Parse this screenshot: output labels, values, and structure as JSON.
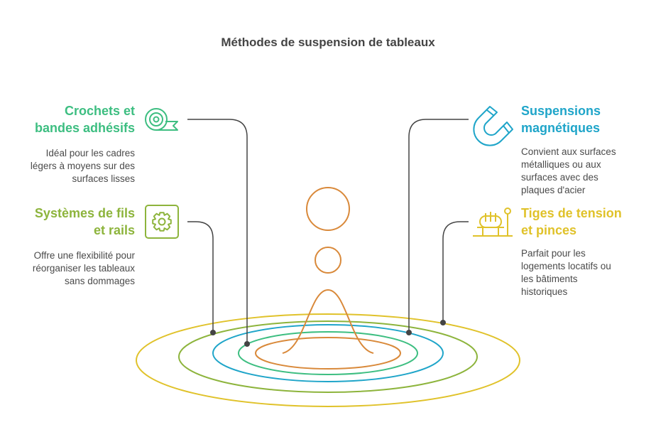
{
  "title": "Méthodes de suspension de tableaux",
  "colors": {
    "green": "#3DBE81",
    "lime": "#8DB43C",
    "blue": "#1FA5C9",
    "yellow": "#E0C22A",
    "orange": "#D9893A",
    "connector": "#444444"
  },
  "items": [
    {
      "heading": "Crochets et bandes adhésifs",
      "heading_lines": [
        "Crochets et",
        "bandes adhésifs"
      ],
      "description_lines": [
        "Idéal pour les cadres",
        "légers à moyens sur des",
        "surfaces lisses"
      ],
      "icon": "tape-roll-icon",
      "color": "#3DBE81"
    },
    {
      "heading": "Systèmes de fils et rails",
      "heading_lines": [
        "Systèmes de fils",
        "et rails"
      ],
      "description_lines": [
        "Offre une flexibilité pour",
        "réorganiser les tableaux",
        "sans dommages"
      ],
      "icon": "gear-icon",
      "color": "#8DB43C"
    },
    {
      "heading": "Suspensions magnétiques",
      "heading_lines": [
        "Suspensions",
        "magnétiques"
      ],
      "description_lines": [
        "Convient aux surfaces",
        "métalliques ou aux",
        "surfaces avec des",
        "plaques d'acier"
      ],
      "icon": "magnet-icon",
      "color": "#1FA5C9"
    },
    {
      "heading": "Tiges de tension et pinces",
      "heading_lines": [
        "Tiges de tension",
        "et pinces"
      ],
      "description_lines": [
        "Parfait pour les",
        "logements locatifs ou",
        "les bâtiments",
        "historiques"
      ],
      "icon": "tension-rod-icon",
      "color": "#E0C22A"
    }
  ]
}
